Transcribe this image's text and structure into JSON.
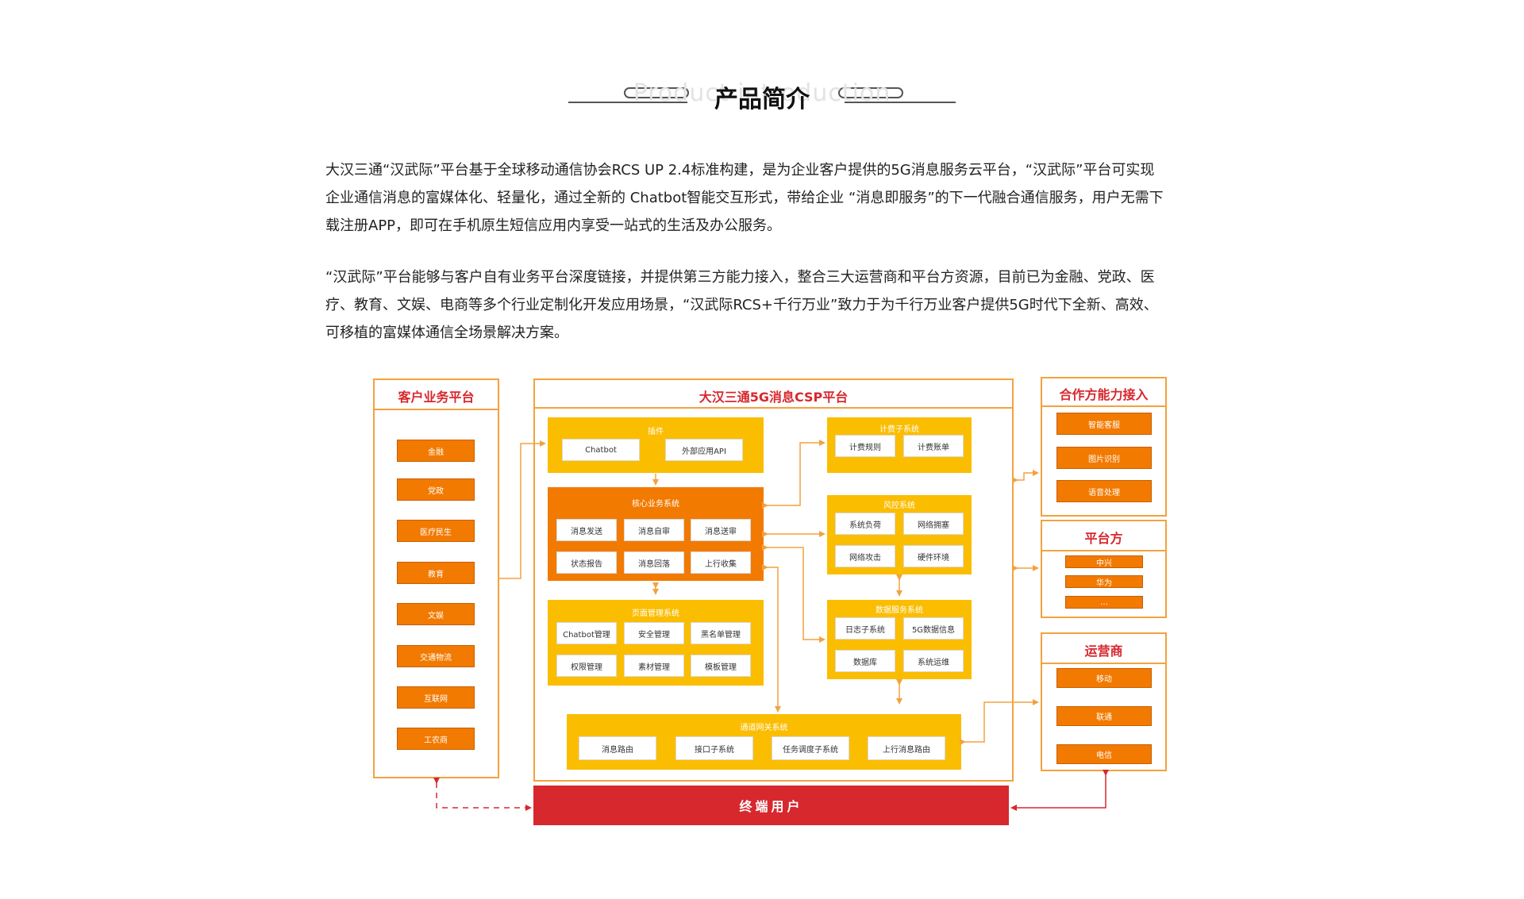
{
  "title": {
    "en": "Product introduction",
    "zh": "产品简介"
  },
  "paragraphs": [
    "大汉三通“汉武际”平台基于全球移动通信协会RCS UP 2.4标准构建，是为企业客户提供的5G消息服务云平台，“汉武际”平台可实现\n企业通信消息的富媒体化、轻量化，通过全新的 Chatbot智能交互形式，带给企业 “消息即服务”的下一代融合通信服务，用户无需下\n载注册APP，即可在手机原生短信应用内享受一站式的生活及办公服务。",
    "“汉武际”平台能够与客户自有业务平台深度链接，并提供第三方能力接入，整合三大运营商和平台方资源，目前已为金融、党政、医\n疗、教育、文娱、电商等多个行业定制化开发应用场景，“汉武际RCS+千行万业”致力于为千行万业客户提供5G时代下全新、高效、\n可移植的富媒体通信全场景解决方案。"
  ],
  "diagram": {
    "customer_platform": {
      "title": "客户业务平台",
      "items": [
        "金融",
        "党政",
        "医疗民生",
        "教育",
        "文娱",
        "交通物流",
        "互联网",
        "工农商"
      ]
    },
    "csp_platform": {
      "title": "大汉三通5G消息CSP平台",
      "plugin": {
        "title": "插件",
        "items": [
          "Chatbot",
          "外部应用API"
        ]
      },
      "core": {
        "title": "核心业务系统",
        "items": [
          "消息发送",
          "消息自审",
          "消息送审",
          "状态报告",
          "消息回落",
          "上行收集"
        ]
      },
      "page_mgmt": {
        "title": "页面管理系统",
        "items": [
          "Chatbot管理",
          "安全管理",
          "黑名单管理",
          "权限管理",
          "素材管理",
          "模板管理"
        ]
      },
      "billing": {
        "title": "计费子系统",
        "items": [
          "计费规则",
          "计费账单"
        ]
      },
      "risk": {
        "title": "风控系统",
        "items": [
          "系统负荷",
          "网络拥塞",
          "网络攻击",
          "硬件环境"
        ]
      },
      "data_service": {
        "title": "数据服务系统",
        "items": [
          "日志子系统",
          "5G数据信息",
          "数据库",
          "系统运维"
        ]
      },
      "gateway": {
        "title": "通道网关系统",
        "items": [
          "消息路由",
          "接口子系统",
          "任务调度子系统",
          "上行消息路由"
        ]
      }
    },
    "partner": {
      "title": "合作方能力接入",
      "items": [
        "智能客服",
        "图片识别",
        "语音处理"
      ]
    },
    "platform_party": {
      "title": "平台方",
      "items": [
        "中兴",
        "华为",
        "..."
      ]
    },
    "operators": {
      "title": "运营商",
      "items": [
        "移动",
        "联通",
        "电信"
      ]
    },
    "terminal": {
      "label": "终端用户"
    },
    "colors": {
      "accent_orange": "#f27a00",
      "yellow": "#fbbd00",
      "panel_border": "#f3a23f",
      "red": "#d7282e"
    }
  }
}
